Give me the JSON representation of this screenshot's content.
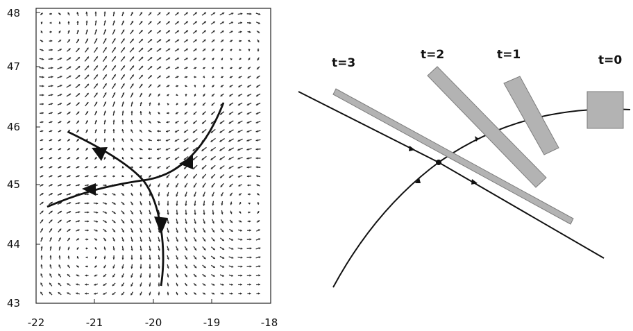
{
  "left_panel": {
    "x_ticks": [
      "-22",
      "-21",
      "-20",
      "-19",
      "-18"
    ],
    "y_ticks": [
      "48",
      "47",
      "46",
      "45",
      "44",
      "43"
    ]
  },
  "right_panel": {
    "time_labels": [
      "t=3",
      "t=2",
      "t=1",
      "t=0"
    ]
  },
  "colors": {
    "line": "#1a1a1a",
    "arrow_field": "#2a2a2a",
    "bar_fill": "#b3b3b3",
    "bar_stroke": "#7d7d7d"
  }
}
